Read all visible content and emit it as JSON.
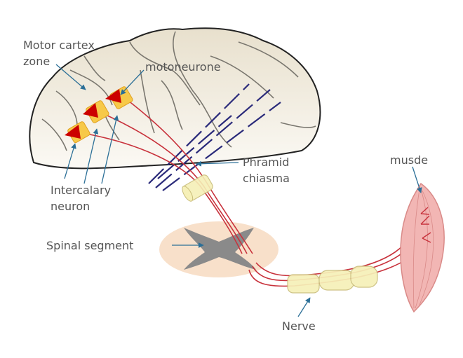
{
  "labels": {
    "motor_cortex_line1": "Motor cartex",
    "motor_cortex_line2": "zone",
    "motoneurone": "motoneurone",
    "intercalary_line1": "Intercalary",
    "intercalary_line2": "neuron",
    "pyramid_line1": "Phramid",
    "pyramid_line2": "chiasma",
    "spinal_segment": "Spinal segment",
    "muscle": "musde",
    "nerve": "Nerve"
  },
  "colors": {
    "brain_fill": "#ece5d4",
    "fiber_red": "#c8323c",
    "fiber_blue": "#2a2a7a",
    "neuron_box": "#f7c948",
    "neuron_triangle": "#cc0000",
    "spinal_fill": "#f8e0ca",
    "grey_matter": "#8a8a8a",
    "nerve_fill": "#f6f0b8",
    "muscle_fill": "#f2b6b4",
    "pointer": "#2b6f97"
  }
}
